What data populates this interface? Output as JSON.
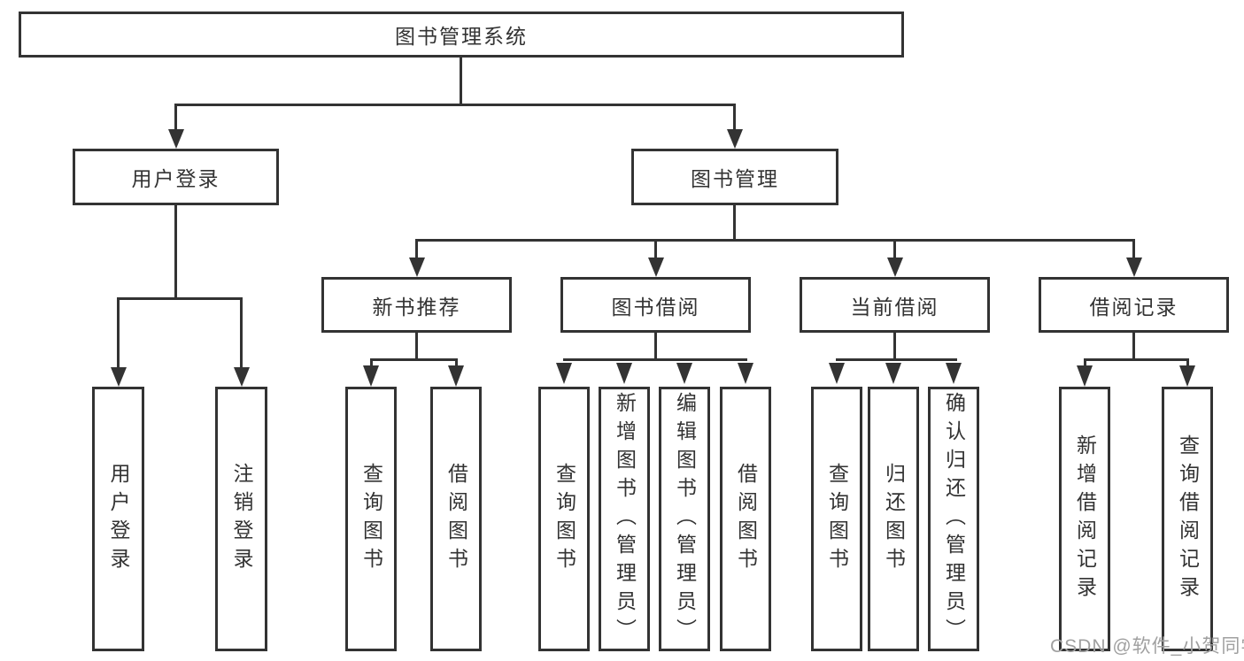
{
  "diagram": {
    "root": {
      "label": "图书管理系统"
    },
    "level2": [
      {
        "label": "用户登录"
      },
      {
        "label": "图书管理"
      }
    ],
    "level3": [
      {
        "label": "新书推荐",
        "parent": "图书管理"
      },
      {
        "label": "图书借阅",
        "parent": "图书管理"
      },
      {
        "label": "当前借阅",
        "parent": "图书管理"
      },
      {
        "label": "借阅记录",
        "parent": "图书管理"
      }
    ],
    "leaves": [
      {
        "label": "用户登录",
        "parent": "用户登录"
      },
      {
        "label": "注销登录",
        "parent": "用户登录"
      },
      {
        "label": "查询图书",
        "parent": "新书推荐"
      },
      {
        "label": "借阅图书",
        "parent": "新书推荐"
      },
      {
        "label": "查询图书",
        "parent": "图书借阅"
      },
      {
        "label": "新增图书（管理员）",
        "parent": "图书借阅"
      },
      {
        "label": "编辑图书（管理员）",
        "parent": "图书借阅"
      },
      {
        "label": "借阅图书",
        "parent": "图书借阅"
      },
      {
        "label": "查询图书",
        "parent": "当前借阅"
      },
      {
        "label": "归还图书",
        "parent": "当前借阅"
      },
      {
        "label": "确认归还（管理员）",
        "parent": "当前借阅"
      },
      {
        "label": "新增借阅记录",
        "parent": "借阅记录"
      },
      {
        "label": "查询借阅记录",
        "parent": "借阅记录"
      }
    ],
    "watermark": "CSDN @软件_小贺同学"
  },
  "colors": {
    "line": "#333333",
    "text": "#333333",
    "watermark": "#a0a0a0",
    "background": "#ffffff"
  }
}
